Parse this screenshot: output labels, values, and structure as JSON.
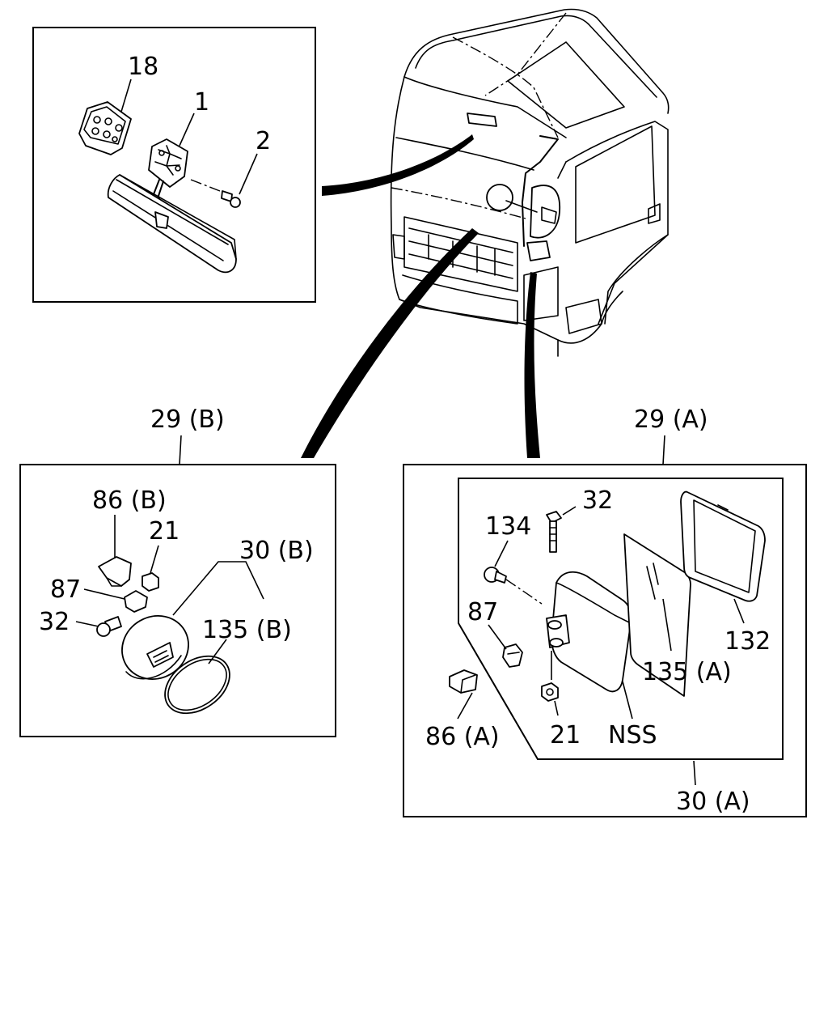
{
  "labels": {
    "p18": "18",
    "p1": "1",
    "p2": "2",
    "p29b": "29 (B)",
    "p86b": "86 (B)",
    "p21b": "21",
    "p30b": "30 (B)",
    "p87b": "87",
    "p32b": "32",
    "p135b": "135 (B)",
    "p29a": "29 (A)",
    "p32a": "32",
    "p134": "134",
    "p87a": "87",
    "p132": "132",
    "p135a": "135 (A)",
    "p86a": "86 (A)",
    "p21a": "21",
    "nss": "NSS",
    "p30a": "30 (A)"
  },
  "icons": {
    "truck": "truck-cab-icon",
    "rear_mirror": "interior-rear-view-mirror-icon",
    "round_mirror": "round-mirror-icon",
    "rect_mirror": "rectangular-mirror-icon"
  }
}
